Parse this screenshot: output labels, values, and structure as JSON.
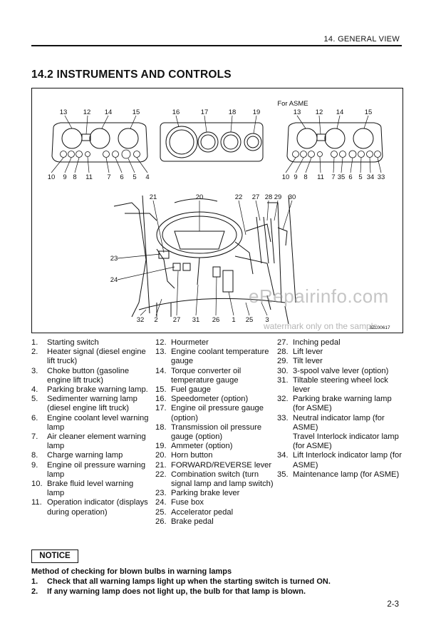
{
  "header": {
    "section": "14. GENERAL VIEW"
  },
  "title": "14.2 INSTRUMENTS AND CONTROLS",
  "figure": {
    "for_asme": "For ASME",
    "code": "3ZL00617",
    "left_cluster_top": [
      "13",
      "12",
      "14",
      "15"
    ],
    "left_cluster_bottom": [
      "10",
      "9",
      "8",
      "11",
      "7",
      "6",
      "5",
      "4"
    ],
    "gauge_panel_top": [
      "16",
      "17",
      "18",
      "19"
    ],
    "right_cluster_top": [
      "13",
      "12",
      "14",
      "15"
    ],
    "right_cluster_bottom": [
      "10",
      "9",
      "8",
      "11",
      "7",
      "35",
      "6",
      "5",
      "34",
      "33"
    ],
    "cab_top": [
      "21",
      "20",
      "22",
      "27",
      "28",
      "29",
      "30"
    ],
    "cab_left": [
      "23",
      "24"
    ],
    "cab_bottom": [
      "32",
      "2",
      "27",
      "31",
      "26",
      "1",
      "25",
      "3"
    ]
  },
  "watermark": {
    "brand": "eRepairinfo.com",
    "note": "watermark only on the sample"
  },
  "legend": {
    "col1": [
      {
        "n": "1.",
        "t": "Starting switch"
      },
      {
        "n": "2.",
        "t": "Heater signal (diesel engine lift truck)"
      },
      {
        "n": "3.",
        "t": "Choke button (gasoline engine lift truck)"
      },
      {
        "n": "4.",
        "t": "Parking brake warning lamp."
      },
      {
        "n": "5.",
        "t": "Sedimenter warning lamp (diesel engine lift truck)"
      },
      {
        "n": "6.",
        "t": "Engine coolant level warning lamp"
      },
      {
        "n": "7.",
        "t": "Air cleaner element warning lamp"
      },
      {
        "n": "8.",
        "t": "Charge warning lamp"
      },
      {
        "n": "9.",
        "t": "Engine oil pressure warning lamp"
      },
      {
        "n": "10.",
        "t": "Brake fluid level warning lamp"
      },
      {
        "n": "11.",
        "t": "Operation indicator (displays during operation)"
      }
    ],
    "col2": [
      {
        "n": "12.",
        "t": "Hourmeter"
      },
      {
        "n": "13.",
        "t": "Engine coolant temperature gauge"
      },
      {
        "n": "14.",
        "t": "Torque converter oil temperature gauge"
      },
      {
        "n": "15.",
        "t": "Fuel gauge"
      },
      {
        "n": "16.",
        "t": "Speedometer (option)"
      },
      {
        "n": "17.",
        "t": "Engine oil pressure gauge (option)"
      },
      {
        "n": "18.",
        "t": "Transmission oil pressure gauge (option)"
      },
      {
        "n": "19.",
        "t": "Ammeter (option)"
      },
      {
        "n": "20.",
        "t": "Horn button"
      },
      {
        "n": "21.",
        "t": "FORWARD/REVERSE lever"
      },
      {
        "n": "22.",
        "t": "Combination switch (turn signal lamp and lamp switch)"
      },
      {
        "n": "23.",
        "t": "Parking brake lever"
      },
      {
        "n": "24.",
        "t": "Fuse box"
      },
      {
        "n": "25.",
        "t": "Accelerator pedal"
      },
      {
        "n": "26.",
        "t": "Brake pedal"
      }
    ],
    "col3": [
      {
        "n": "27.",
        "t": "Inching pedal"
      },
      {
        "n": "28.",
        "t": "Lift lever"
      },
      {
        "n": "29.",
        "t": "Tilt lever"
      },
      {
        "n": "30.",
        "t": "3-spool valve lever (option)"
      },
      {
        "n": "31.",
        "t": "Tiltable steering wheel lock lever"
      },
      {
        "n": "32.",
        "t": "Parking brake warning lamp (for ASME)"
      },
      {
        "n": "33.",
        "t": "Neutral indicator lamp (for ASME)"
      },
      {
        "n": "",
        "t": "Travel Interlock indicator lamp (for ASME)"
      },
      {
        "n": "34.",
        "t": "Lift Interlock indicator lamp (for ASME)"
      },
      {
        "n": "35.",
        "t": "Maintenance lamp (for ASME)"
      }
    ]
  },
  "notice": {
    "label": "NOTICE",
    "heading": "Method of checking for blown bulbs in warning lamps",
    "steps": [
      {
        "n": "1.",
        "t": "Check that all warning lamps light up when the starting switch is turned ON."
      },
      {
        "n": "2.",
        "t": "If any warning lamp does not light up, the bulb for that lamp is blown."
      }
    ]
  },
  "page_number": "2-3"
}
